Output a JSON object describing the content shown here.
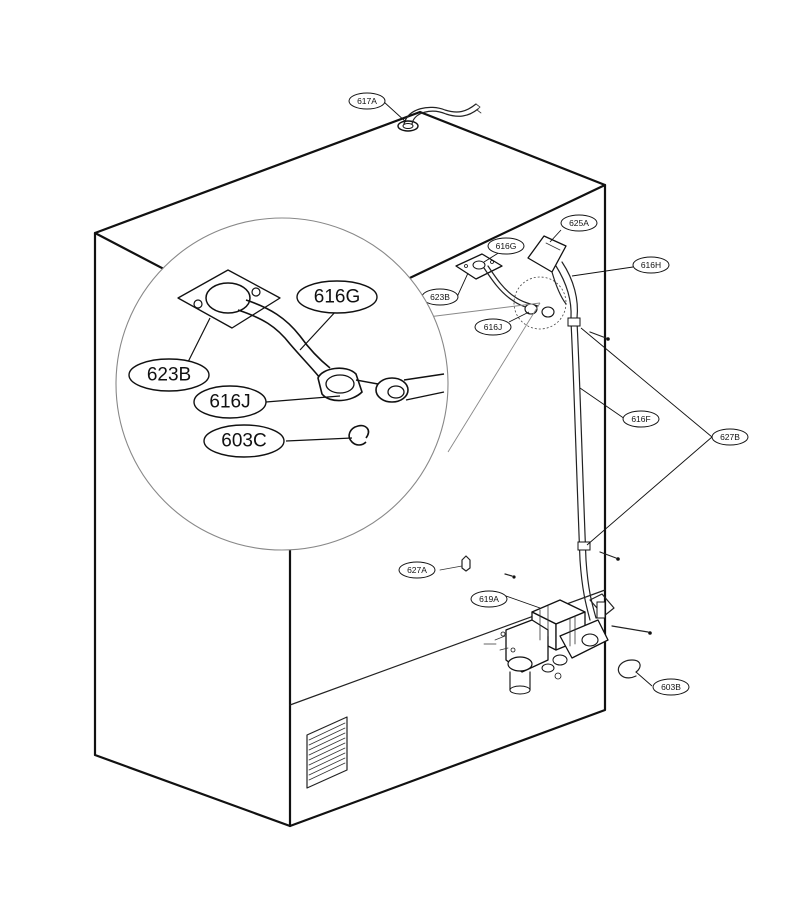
{
  "callouts": {
    "c617A": "617A",
    "c625A": "625A",
    "c616G": "616G",
    "c616H": "616H",
    "c623B": "623B",
    "c616J": "616J",
    "c616F": "616F",
    "c627B": "627B",
    "c627A": "627A",
    "c619A": "619A",
    "c603B": "603B"
  },
  "zoom_callouts": {
    "z616G": "616G",
    "z623B": "623B",
    "z616J": "616J",
    "z603C": "603C"
  }
}
